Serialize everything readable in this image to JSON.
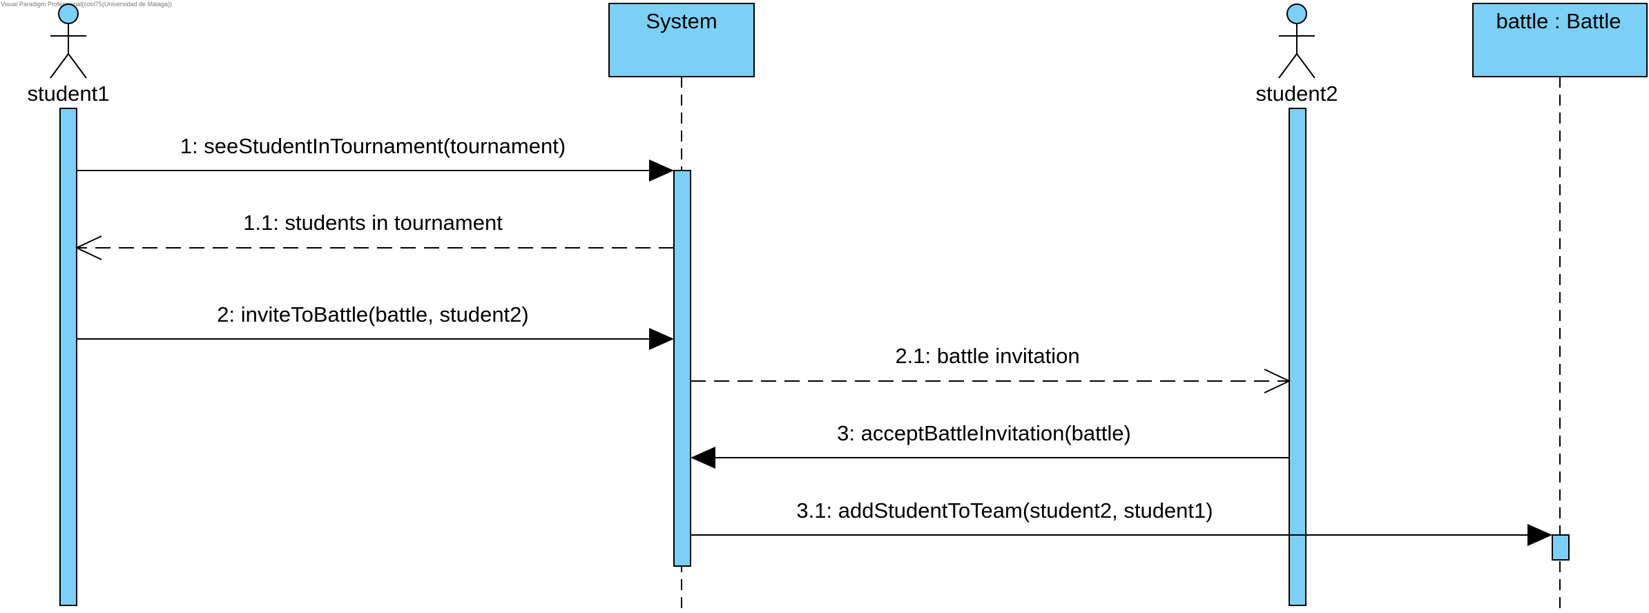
{
  "watermark": "Visual Paradigm Professional(cool75(Universidad de Málaga))",
  "colors": {
    "fill": "#7dd0f5",
    "stroke": "#000000",
    "background": "#ffffff"
  },
  "participants": [
    {
      "name": "student1",
      "kind": "actor"
    },
    {
      "name": "System",
      "kind": "object"
    },
    {
      "name": "student2",
      "kind": "actor"
    },
    {
      "name": "battle : Battle",
      "kind": "object"
    }
  ],
  "messages": [
    {
      "label": "1: seeStudentInTournament(tournament)",
      "from": "student1",
      "to": "System",
      "style": "sync"
    },
    {
      "label": "1.1: students in tournament",
      "from": "System",
      "to": "student1",
      "style": "reply"
    },
    {
      "label": "2: inviteToBattle(battle, student2)",
      "from": "student1",
      "to": "System",
      "style": "sync"
    },
    {
      "label": "2.1: battle invitation",
      "from": "System",
      "to": "student2",
      "style": "reply"
    },
    {
      "label": "3: acceptBattleInvitation(battle)",
      "from": "student2",
      "to": "System",
      "style": "sync"
    },
    {
      "label": "3.1: addStudentToTeam(student2, student1)",
      "from": "System",
      "to": "battle : Battle",
      "style": "sync"
    }
  ]
}
